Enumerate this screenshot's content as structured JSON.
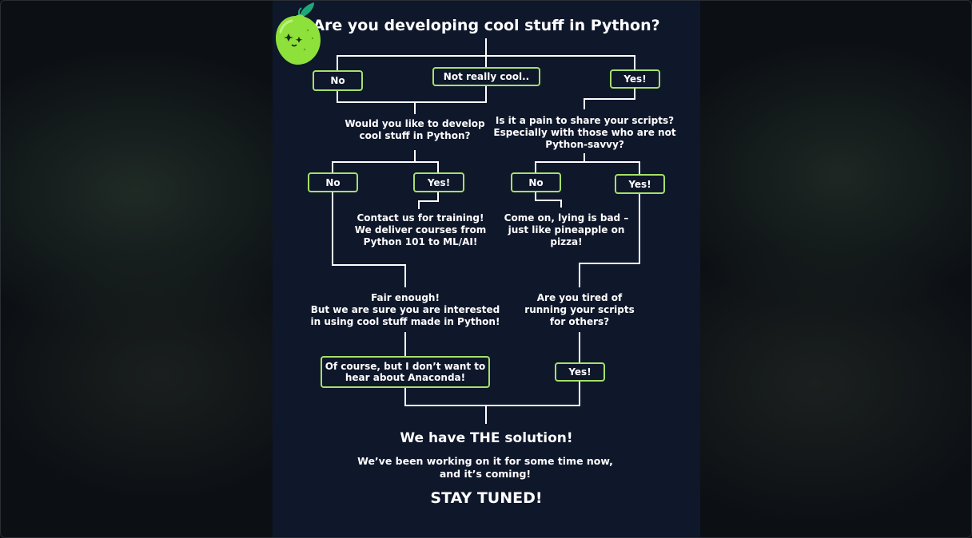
{
  "poster": {
    "title": "Are you developing cool stuff in Python?",
    "answers": {
      "no_1": "No",
      "not_really": "Not really cool..",
      "yes_1": "Yes!",
      "no_2": "No",
      "yes_2": "Yes!",
      "no_3": "No",
      "yes_3": "Yes!",
      "anaconda": "Of course, but I don’t want to\nhear about Anaconda!",
      "yes_4": "Yes!"
    },
    "questions": {
      "would_like": "Would you like to develop\ncool stuff in Python?",
      "pain_share": "Is it a pain to share your scripts?\nEspecially with those who are not\nPython-savvy?",
      "contact": "Contact us for training!\nWe deliver courses from\nPython 101 to ML/AI!",
      "lying": "Come on, lying is bad –\njust like pineapple on\npizza!",
      "fair_enough": "Fair enough!\nBut we are sure you are interested\nin using cool stuff made in Python!",
      "tired": "Are you tired of\nrunning your scripts\nfor others?"
    },
    "solution": "We have THE solution!",
    "working": "We’ve been working on it for some time now,\nand it’s coming!",
    "stay_tuned": "STAY TUNED!"
  },
  "colors": {
    "poster_bg": "#0f172b",
    "accent_green": "#a6e06a",
    "lime_body": "#8ee03b",
    "leaf": "#1fa77a"
  },
  "icons": [
    "lime-mascot-icon"
  ]
}
